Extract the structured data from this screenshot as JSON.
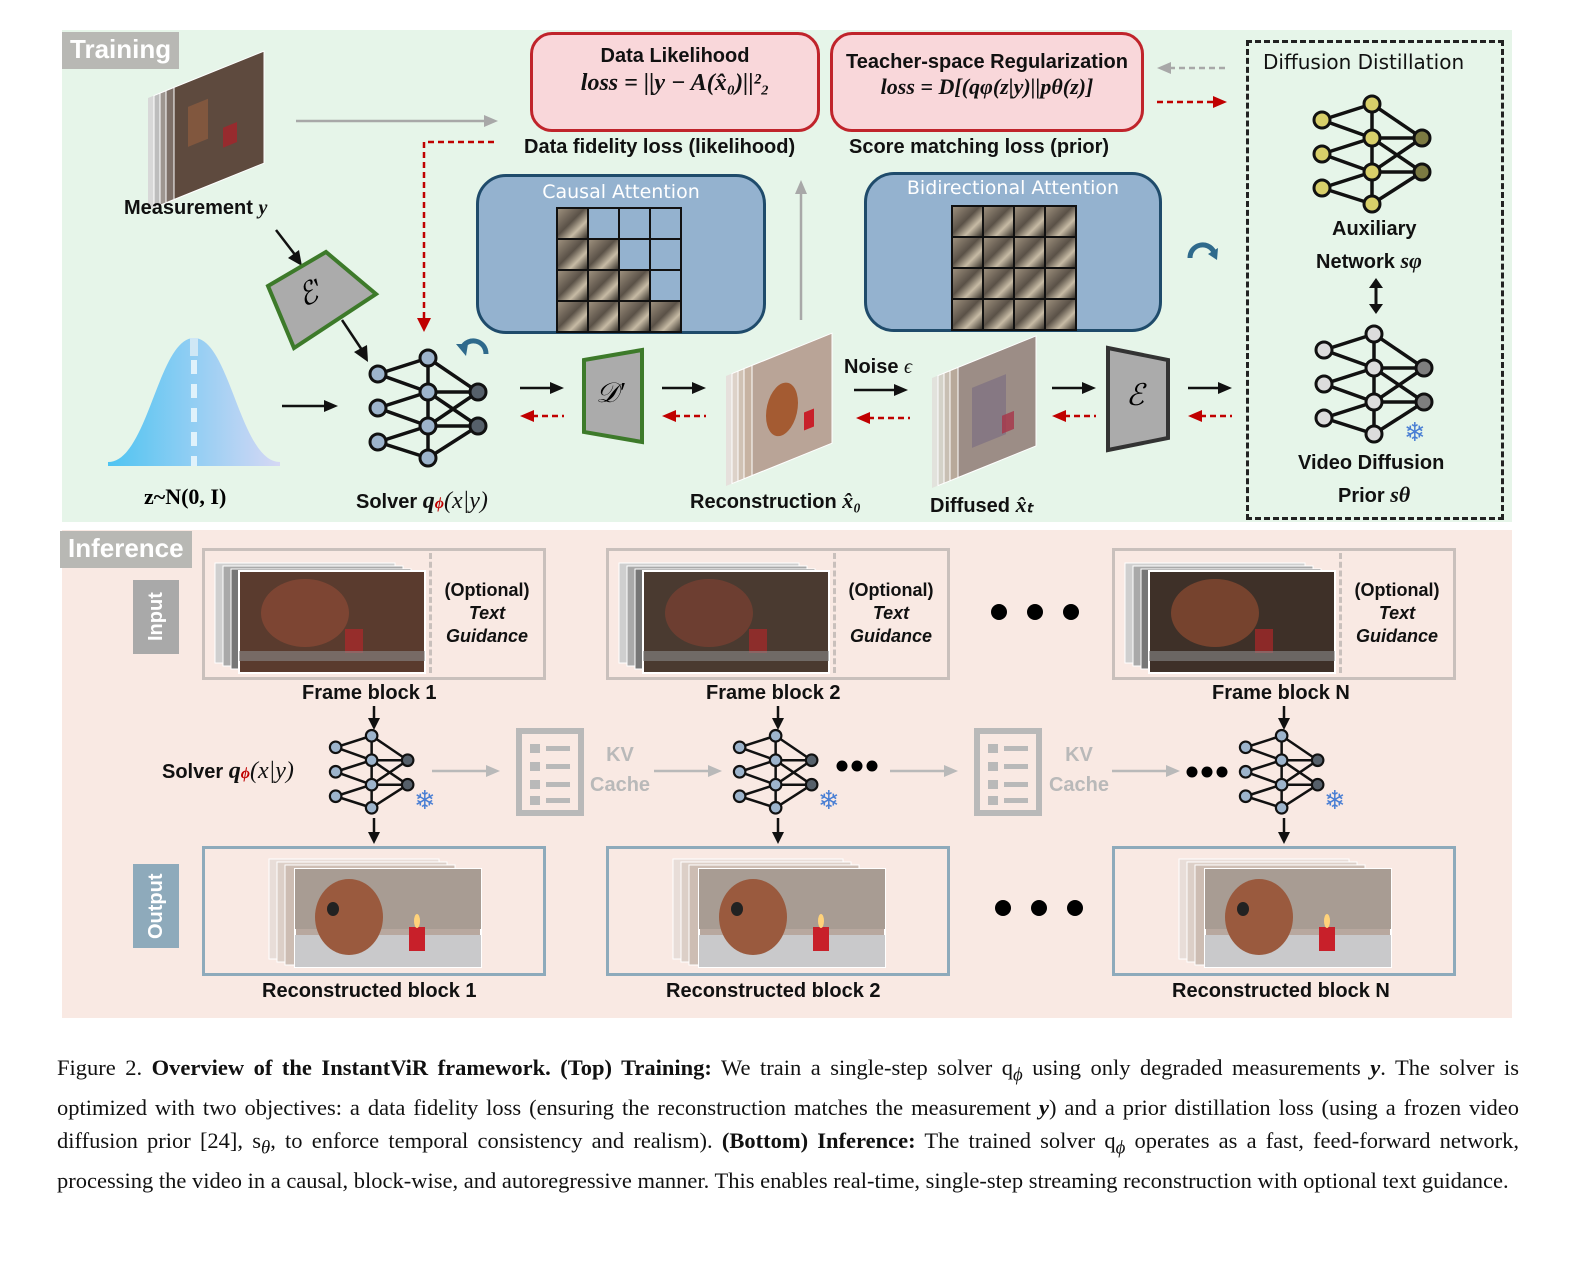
{
  "training": {
    "section_label": "Training",
    "measurement_label": "Measurement",
    "measurement_var": "y",
    "noise_prior_label": "z~N(0, I)",
    "encoder_prime_symbol": "ℰ'",
    "solver_label": "Solver",
    "solver_formula": "q",
    "solver_subscript": "ϕ",
    "solver_args": "(x|y)",
    "decoder_symbol": "𝒟′",
    "reconstruction_label": "Reconstruction",
    "reconstruction_var": "x̂₀",
    "noise_label": "Noise",
    "noise_var": "ϵ",
    "diffused_label": "Diffused",
    "diffused_var": "x̂ₜ",
    "encoder_symbol": "ℰ",
    "data_likelihood": {
      "title": "Data Likelihood",
      "equation": "loss = ||y − A(x̂₀)||²₂",
      "caption": "Data fidelity loss (likelihood)"
    },
    "teacher_reg": {
      "title": "Teacher-space Regularization",
      "equation": "loss = D[(qφ(z|y)||pθ(z)]",
      "caption": "Score matching loss (prior)"
    },
    "causal_attention": {
      "title": "Causal Attention",
      "mask": [
        [
          1,
          0,
          0,
          0
        ],
        [
          1,
          1,
          0,
          0
        ],
        [
          1,
          1,
          1,
          0
        ],
        [
          1,
          1,
          1,
          1
        ]
      ]
    },
    "bidirectional_attention": {
      "title": "Bidirectional Attention",
      "mask": [
        [
          1,
          1,
          1,
          1
        ],
        [
          1,
          1,
          1,
          1
        ],
        [
          1,
          1,
          1,
          1
        ],
        [
          1,
          1,
          1,
          1
        ]
      ]
    },
    "distillation": {
      "title": "Diffusion Distillation",
      "aux_label_1": "Auxiliary",
      "aux_label_2": "Network",
      "aux_var": "sφ",
      "prior_label_1": "Video Diffusion",
      "prior_label_2": "Prior",
      "prior_var": "sθ"
    },
    "colors": {
      "forward_arrow": "#111111",
      "gradient_arrow": "#c00000",
      "gray_arrow": "#a8a8a8",
      "encoder_green": "#3d7a2a",
      "aux_node": "#d8cf6a",
      "prior_node": "#dcdcdc",
      "solver_node": "#9db4cc"
    }
  },
  "inference": {
    "section_label": "Inference",
    "input_tag": "Input",
    "output_tag": "Output",
    "optional_1": "(Optional)",
    "optional_2": "Text",
    "optional_3": "Guidance",
    "solver_label": "Solver",
    "kv_label_1": "KV",
    "kv_label_2": "Cache",
    "ellipsis": "•••",
    "blocks": [
      {
        "frame_label": "Frame block 1",
        "recon_label": "Reconstructed block 1"
      },
      {
        "frame_label": "Frame block 2",
        "recon_label": "Reconstructed block 2"
      },
      {
        "frame_label": "Frame block N",
        "recon_label": "Reconstructed block N"
      }
    ]
  },
  "caption": {
    "fig_num": "Figure 2.",
    "title": "Overview of the InstantViR framework.",
    "top_heading": "(Top) Training:",
    "top_text_1": "We train a single-step solver q",
    "top_text_sub": "ϕ",
    "top_text_2": " using only degraded measurements ",
    "y_var": "y",
    "top_text_3": ". The solver is optimized with two objectives: a data fidelity loss (ensuring the reconstruction matches the measurement ",
    "top_text_4": ") and a prior distillation loss (using a frozen video diffusion prior [24], s",
    "theta": "θ",
    "top_text_5": ", to enforce temporal consistency and realism). ",
    "bottom_heading": "(Bottom) Inference:",
    "bottom_text_1": " The trained solver q",
    "bottom_text_2": " operates as a fast, feed-forward network, processing the video in a causal, block-wise, and autoregressive manner. This enables real-time, single-step streaming reconstruction with optional text guidance."
  }
}
